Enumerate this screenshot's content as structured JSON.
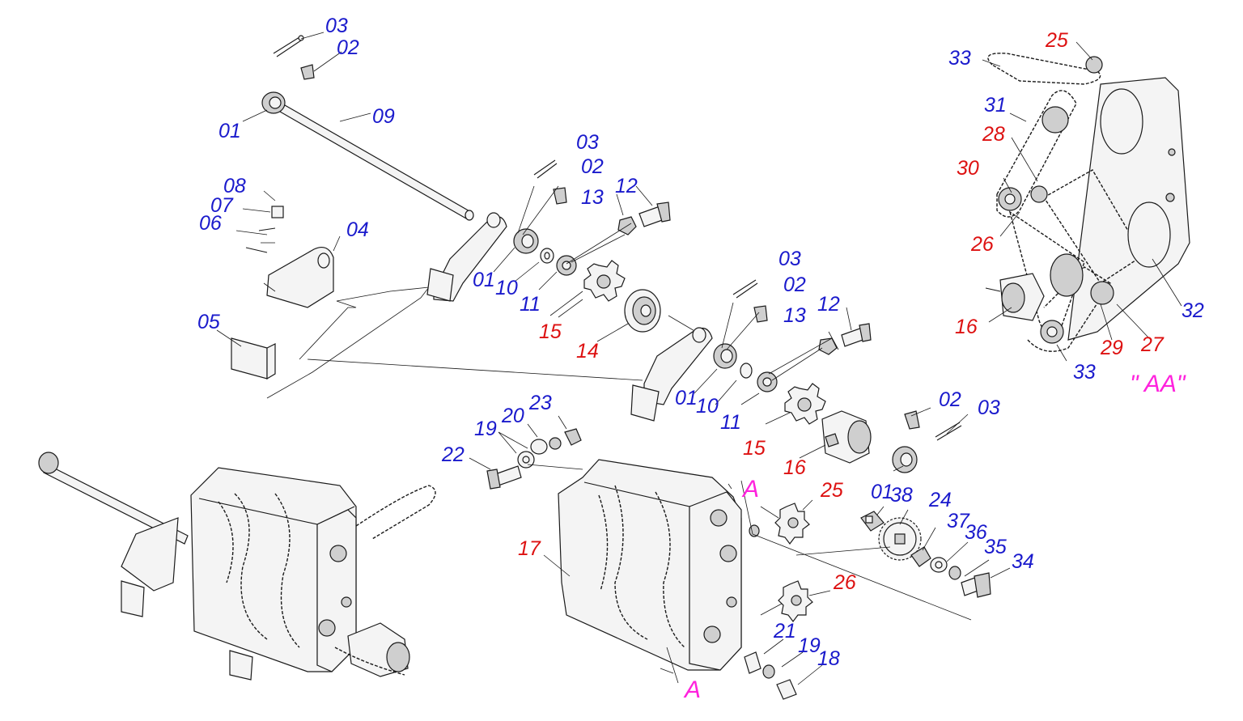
{
  "colors": {
    "blue": "#1a1acc",
    "red": "#dd1111",
    "magenta": "#ff22dd",
    "line": "#1a1a1a"
  },
  "labels": {
    "g1_03": "03",
    "g1_02": "02",
    "g1_01": "01",
    "g1_09": "09",
    "g1_08": "08",
    "g1_07": "07",
    "g1_06": "06",
    "g1_04": "04",
    "g1_05": "05",
    "g2_03": "03",
    "g2_02": "02",
    "g2_13": "13",
    "g2_12": "12",
    "g2_01": "01",
    "g2_10": "10",
    "g2_11": "11",
    "g2_15": "15",
    "g2_14": "14",
    "g3_03": "03",
    "g3_02": "02",
    "g3_13": "13",
    "g3_12": "12",
    "g3_01": "01",
    "g3_10": "10",
    "g3_11": "11",
    "g3_15": "15",
    "g4_02": "02",
    "g4_03": "03",
    "g4_16": "16",
    "g4_01": "01",
    "g5_23": "23",
    "g5_20": "20",
    "g5_19": "19",
    "g5_22": "22",
    "g5_17": "17",
    "g5_25": "25",
    "g5_26": "26",
    "g5_38": "38",
    "g5_24": "24",
    "g5_37": "37",
    "g5_36": "36",
    "g5_35": "35",
    "g5_34": "34",
    "g5_21": "21",
    "g5_19b": "19",
    "g5_18": "18",
    "aa_25": "25",
    "aa_33": "33",
    "aa_31": "31",
    "aa_28": "28",
    "aa_30": "30",
    "aa_26": "26",
    "aa_16": "16",
    "aa_32": "32",
    "aa_29": "29",
    "aa_27": "27",
    "aa_33b": "33",
    "view_a_top": "A",
    "view_a_bottom": "A",
    "view_aa": "\" AA\""
  }
}
